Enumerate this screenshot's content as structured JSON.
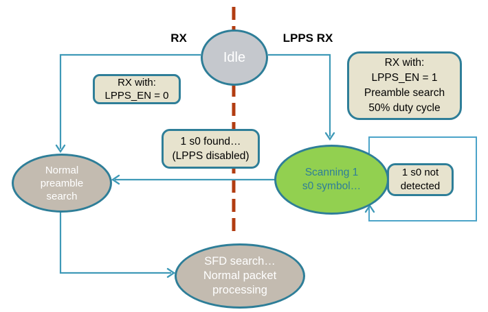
{
  "diagram": {
    "states": {
      "idle": {
        "lines": [
          "Idle"
        ]
      },
      "normal_preamble_search": {
        "lines": [
          "Normal",
          "preamble",
          "search"
        ]
      },
      "scanning": {
        "lines": [
          "Scanning 1",
          "s0 symbol…"
        ]
      },
      "sfd": {
        "lines": [
          "SFD search…",
          "Normal packet",
          "processing"
        ]
      }
    },
    "callouts": {
      "rx_lpps_disabled": {
        "lines": [
          "RX with:",
          "LPPS_EN = 0"
        ]
      },
      "rx_lpps_enabled": {
        "lines": [
          "RX with:",
          "LPPS_EN = 1",
          "Preamble search",
          "50% duty cycle"
        ]
      },
      "s0_found": {
        "lines": [
          "1 s0 found…",
          "(LPPS disabled)"
        ]
      },
      "s0_not_detected": {
        "lines": [
          "1 s0 not",
          "detected"
        ]
      }
    },
    "edge_labels": {
      "rx": "RX",
      "lpps_rx": "LPPS RX"
    }
  },
  "colors": {
    "teal_border": "#2e7e98",
    "line": "#3e99b7",
    "loop_line": "#4aa3c8",
    "dash_red": "#b23c11",
    "fill_idle": "#c5c8cd",
    "fill_state_gray": "#c3bbb0",
    "fill_green": "#92d050",
    "fill_note": "#e7e3ce",
    "text_white": "#ffffff",
    "text_teal": "#2e7e98",
    "text_black": "#000000"
  }
}
